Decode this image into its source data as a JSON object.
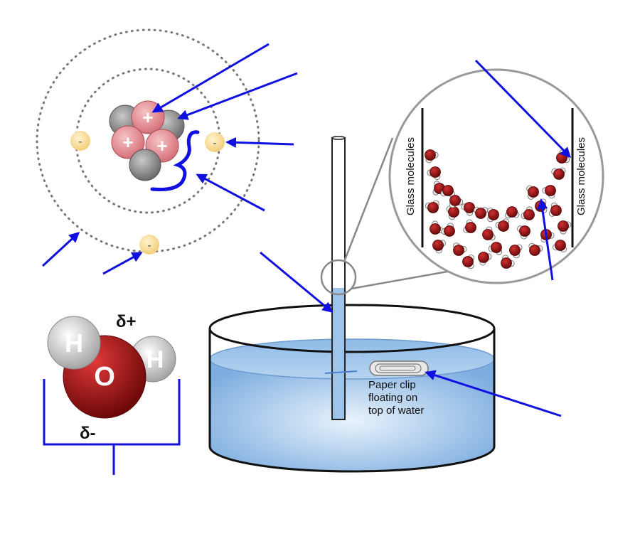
{
  "atom": {
    "proton_sign": "+",
    "electron_sign": "-"
  },
  "water_molecule": {
    "hydrogen_label": "H",
    "oxygen_label": "O",
    "delta_plus": "δ+",
    "delta_minus": "δ-"
  },
  "beaker": {
    "paper_clip_label": [
      "Paper clip",
      "floating on",
      "top of water"
    ]
  },
  "capillary_inset": {
    "left_wall_label": "Glass molecules",
    "right_wall_label": "Glass molecules"
  },
  "colors": {
    "arrow": "#1010e0",
    "proton": "#e88a8f",
    "neutron": "#8a8a8a",
    "electron": "#f9dd9a",
    "water": "#8ebbe6",
    "oxygen": "#b01818"
  }
}
